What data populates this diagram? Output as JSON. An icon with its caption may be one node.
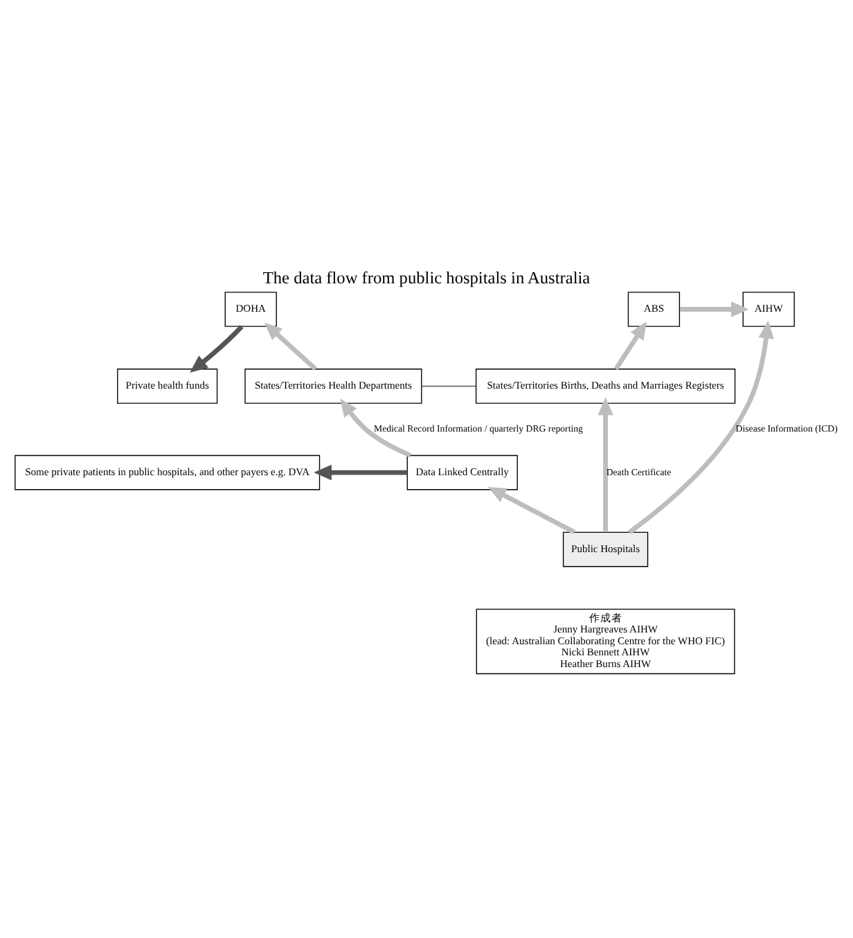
{
  "diagram": {
    "title": "The data flow from public hospitals in Australia",
    "nodes": [
      {
        "text": [
          "DOHA"
        ]
      },
      {
        "text": [
          "AIHW"
        ]
      },
      {
        "text": [
          "ABS"
        ]
      },
      {
        "text": [
          "Private health funds"
        ]
      },
      {
        "text": [
          "States/Territories Health Departments"
        ]
      },
      {
        "text": [
          "States/Territories Births, Deaths and Marriages Registers"
        ]
      },
      {
        "text": [
          "Data Linked Centrally"
        ]
      },
      {
        "text": [
          "Some private patients in public hospitals, and other payers e.g. DVA"
        ]
      },
      {
        "text": [
          "Public Hospitals"
        ]
      },
      {
        "text": [
          "作成者",
          "Jenny Hargreaves AIHW",
          "(lead: Australian Collaborating Centre for the WHO FIC)",
          "Nicki Bennett AIHW",
          "Heather Burns AIHW"
        ]
      }
    ],
    "edges": [
      {
        "from": 0,
        "to": 3,
        "arrow": "to",
        "color": "#555555"
      },
      {
        "from": 8,
        "to": 6,
        "arrow": "to"
      },
      {
        "from": 6,
        "to": 4,
        "arrow": "to",
        "label": "Medical Record Information / quarterly DRG reporting"
      },
      {
        "from": 4,
        "to": 0,
        "arrow": "to"
      },
      {
        "from": 8,
        "to": 1,
        "arrow": "to",
        "label": "Disease Information (ICD)"
      },
      {
        "from": 8,
        "to": 5,
        "arrow": "to",
        "label": "Death Certificate"
      },
      {
        "from": 5,
        "to": 2,
        "arrow": "to"
      },
      {
        "from": 2,
        "to": 1,
        "arrow": "to"
      },
      {
        "from": 6,
        "to": 7,
        "arrow": "to",
        "color": "#555555"
      },
      {
        "from": 4,
        "to": 5,
        "arrow": "none",
        "color": "#555555"
      }
    ]
  }
}
